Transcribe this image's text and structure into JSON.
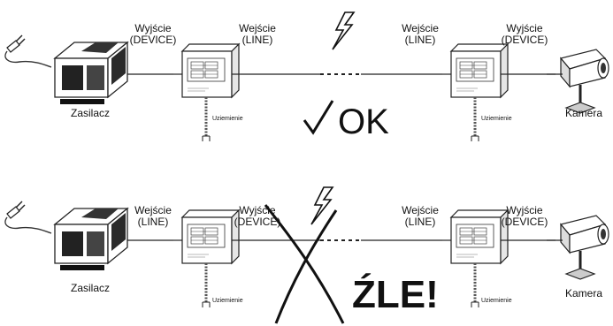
{
  "top_row": {
    "left_protector": {
      "label_left": "Wyjście\n(DEVICE)",
      "label_right": "Wejście\n(LINE)",
      "ground": "Uziemienie"
    },
    "right_protector": {
      "label_left": "Wejście\n(LINE)",
      "label_right": "Wyjście\n(DEVICE)",
      "ground": "Uziemienie"
    },
    "power_supply": "Zasilacz",
    "camera": "Kamera",
    "verdict": "OK"
  },
  "bottom_row": {
    "left_protector": {
      "label_left": "Wejście\n(LINE)",
      "label_right": "Wyjście\n(DEVICE)",
      "ground": "Uziemienie"
    },
    "right_protector": {
      "label_left": "Wejście\n(LINE)",
      "label_right": "Wyjście\n(DEVICE)",
      "ground": "Uziemienie"
    },
    "power_supply": "Zasilacz",
    "camera": "Kamera",
    "verdict": "ŹLE!"
  }
}
